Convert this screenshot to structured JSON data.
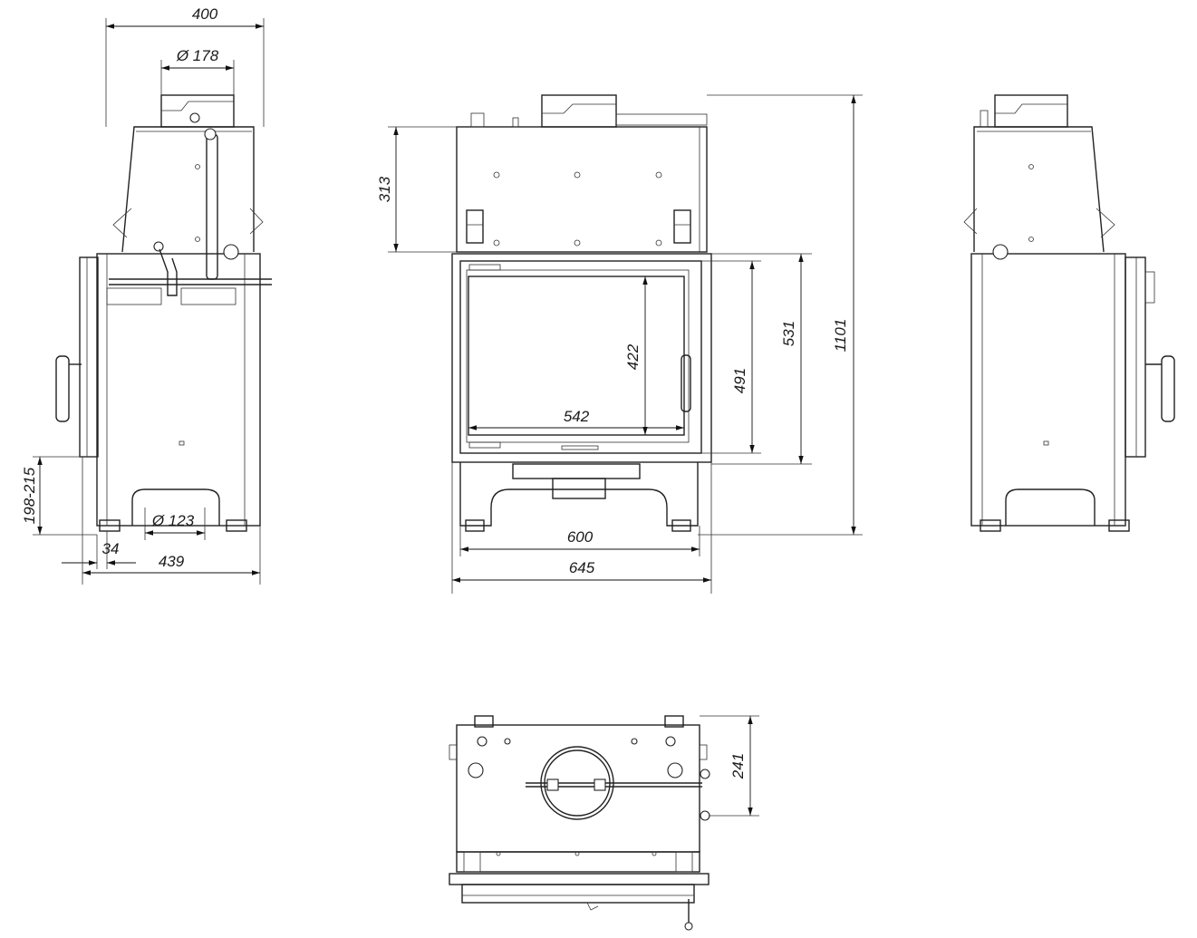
{
  "drawing": {
    "dimensions": {
      "side_width": "400",
      "flue_diameter": "Ø 178",
      "leg_height": "198-215",
      "air_inlet_diameter": "Ø 123",
      "foot_offset": "34",
      "side_depth": "439",
      "top_section_height": "313",
      "total_height": "1101",
      "door_height": "531",
      "opening_height": "491",
      "glass_height": "422",
      "glass_width": "542",
      "front_inner_width": "600",
      "front_total_width": "645",
      "top_view_depth": "241"
    }
  }
}
